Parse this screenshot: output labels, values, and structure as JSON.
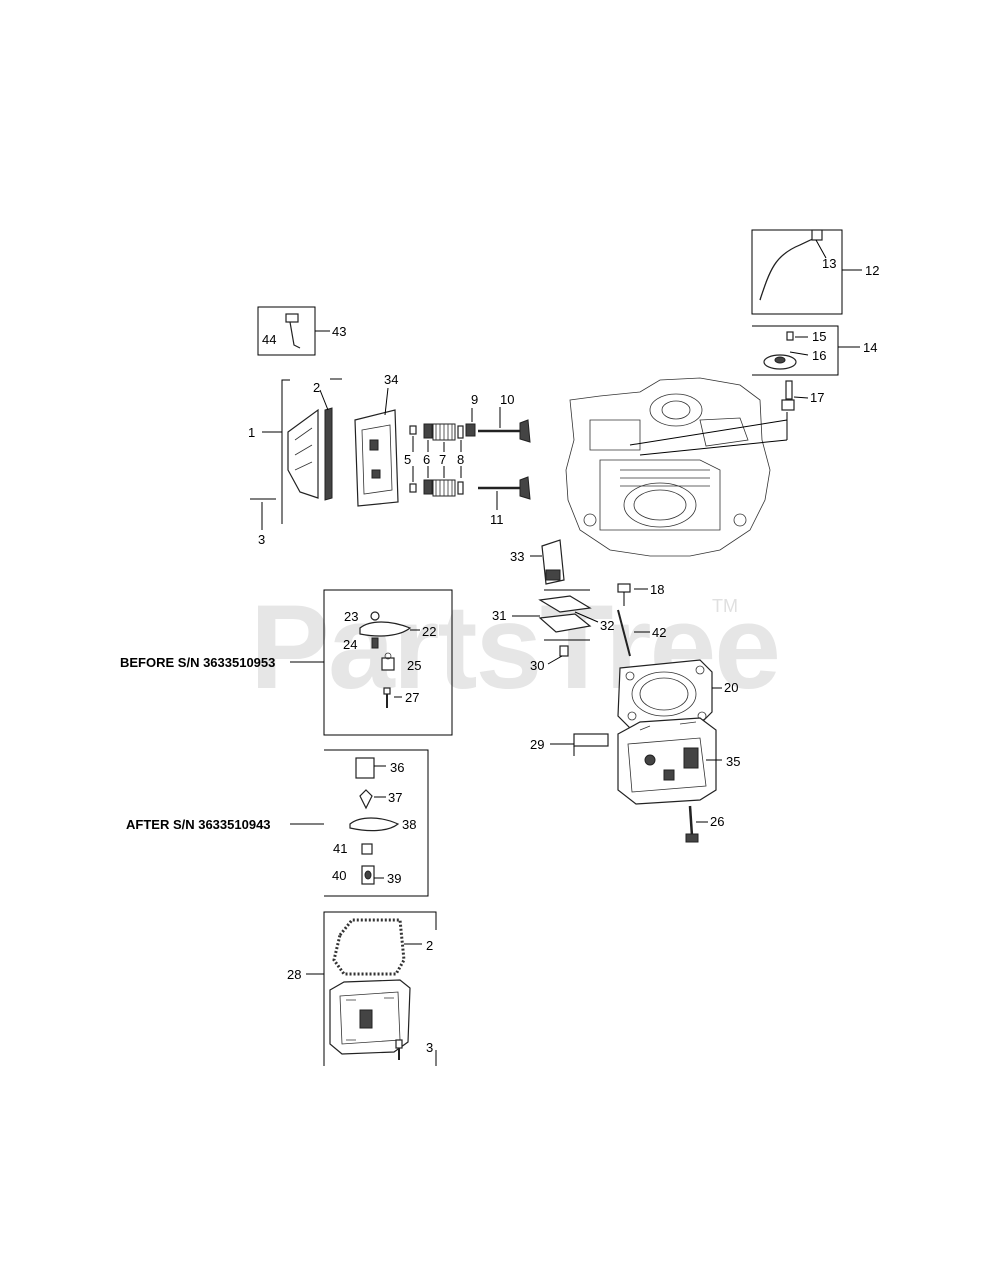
{
  "watermark": {
    "text": "PartsTree",
    "trademark": "TM"
  },
  "callouts": {
    "c1": "1",
    "c2": "2",
    "c3": "3",
    "c5": "5",
    "c6": "6",
    "c7": "7",
    "c8": "8",
    "c9": "9",
    "c10": "10",
    "c11": "11",
    "c12": "12",
    "c13": "13",
    "c14": "14",
    "c15": "15",
    "c16": "16",
    "c17": "17",
    "c18": "18",
    "c20": "20",
    "c22": "22",
    "c23": "23",
    "c24": "24",
    "c25": "25",
    "c26": "26",
    "c27": "27",
    "c28": "28",
    "c29": "29",
    "c30": "30",
    "c31": "31",
    "c32": "32",
    "c33": "33",
    "c34": "34",
    "c35": "35",
    "c36": "36",
    "c37": "37",
    "c38": "38",
    "c39": "39",
    "c40": "40",
    "c41": "41",
    "c42": "42",
    "c43": "43",
    "c44": "44",
    "c2b": "2",
    "c3b": "3"
  },
  "notes": {
    "before": "BEFORE S/N 3633510953",
    "after": "AFTER S/N 3633510943"
  }
}
